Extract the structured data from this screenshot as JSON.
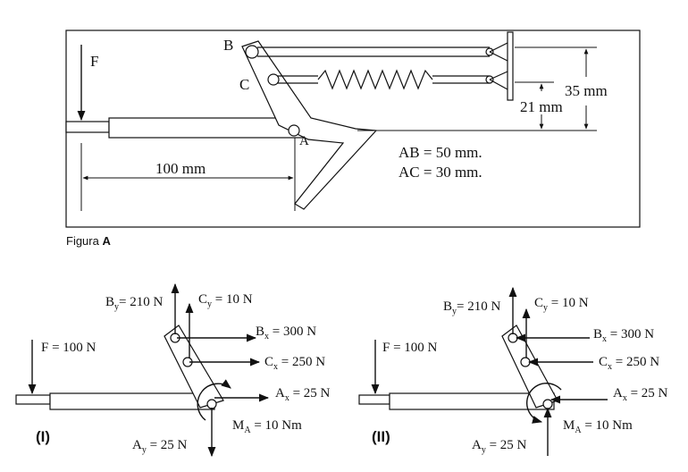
{
  "figure_a": {
    "labels": {
      "force": "F",
      "point_b": "B",
      "point_c": "C",
      "point_a": "A",
      "dim_35": "35 mm",
      "dim_21": "21 mm",
      "dim_100": "100 mm",
      "ab_length": "AB = 50 mm.",
      "ac_length": "AC = 30 mm."
    },
    "caption_prefix": "Figura ",
    "caption_letter": "A"
  },
  "diagram_i": {
    "tag": "(I)",
    "F": "F = 100 N",
    "By": "B",
    "By_sub": "y",
    "By_val": "= 210 N",
    "Cy": "C",
    "Cy_sub": "y",
    "Cy_val": " = 10 N",
    "Bx": "B",
    "Bx_sub": "x",
    "Bx_val": " = 300 N",
    "Cx": "C",
    "Cx_sub": "x",
    "Cx_val": " = 250 N",
    "Ax": "A",
    "Ax_sub": "x",
    "Ax_val": " = 25 N",
    "MA": "M",
    "MA_sub": "A",
    "MA_val": " = 10 Nm",
    "Ay": "A",
    "Ay_sub": "y",
    "Ay_val": " = 25 N"
  },
  "diagram_ii": {
    "tag": "(II)",
    "F": "F = 100 N",
    "By": "B",
    "By_sub": "y",
    "By_val": "= 210 N",
    "Cy": "C",
    "Cy_sub": "y",
    "Cy_val": " = 10 N",
    "Bx": "B",
    "Bx_sub": "x",
    "Bx_val": " = 300 N",
    "Cx": "C",
    "Cx_sub": "x",
    "Cx_val": " = 250 N",
    "Ax": "A",
    "Ax_sub": "x",
    "Ax_val": " = 25 N",
    "MA": "M",
    "MA_sub": "A",
    "MA_val": " = 10 Nm",
    "Ay": "A",
    "Ay_sub": "y",
    "Ay_val": " = 25 N"
  }
}
